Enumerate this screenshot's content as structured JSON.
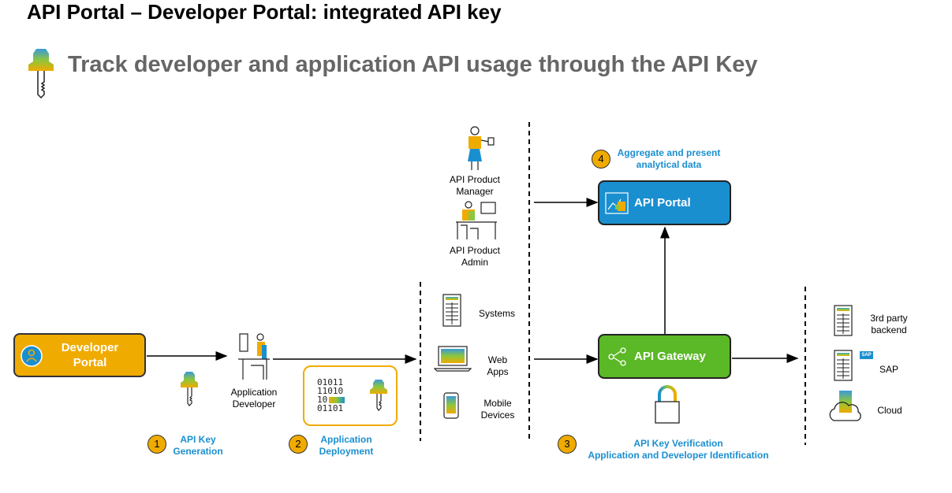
{
  "header": {
    "title": "API Portal – Developer Portal: integrated API key",
    "subtitle": "Track developer and application API usage through the API Key"
  },
  "icons": {
    "title_key": "key-icon",
    "developer_portal": "portal-person-icon",
    "api_portal": "api-portal-icon",
    "api_gateway": "share-network-icon",
    "lock": "padlock-icon"
  },
  "colors": {
    "developer_portal": "#f0ab00",
    "api_portal": "#1a8fd0",
    "api_gateway": "#5bb827",
    "step_badge": "#f0ab00",
    "step_label": "#1a8fd0"
  },
  "diagram": {
    "developer_portal": {
      "line1": "Developer",
      "line2": "Portal"
    },
    "application_developer": {
      "line1": "Application",
      "line2": "Developer"
    },
    "code_bits": [
      "01011",
      "11010",
      "10",
      "01101"
    ],
    "consumers": {
      "systems": "Systems",
      "web_apps": {
        "line1": "Web",
        "line2": "Apps"
      },
      "mobile": {
        "line1": "Mobile",
        "line2": "Devices"
      }
    },
    "api_product_manager": {
      "line1": "API Product",
      "line2": "Manager"
    },
    "api_product_admin": {
      "line1": "API Product",
      "line2": "Admin"
    },
    "api_portal": "API Portal",
    "api_gateway": "API Gateway",
    "backends": {
      "third_party": {
        "line1": "3rd party",
        "line2": "backend"
      },
      "sap": "SAP",
      "sap_logo": "SAP",
      "cloud": "Cloud"
    },
    "steps": [
      {
        "number": "1",
        "line1": "API Key",
        "line2": "Generation"
      },
      {
        "number": "2",
        "line1": "Application",
        "line2": "Deployment"
      },
      {
        "number": "3",
        "line1": "API Key Verification",
        "line2": "Application and Developer Identification"
      },
      {
        "number": "4",
        "line1": "Aggregate and present",
        "line2": "analytical data"
      }
    ]
  }
}
